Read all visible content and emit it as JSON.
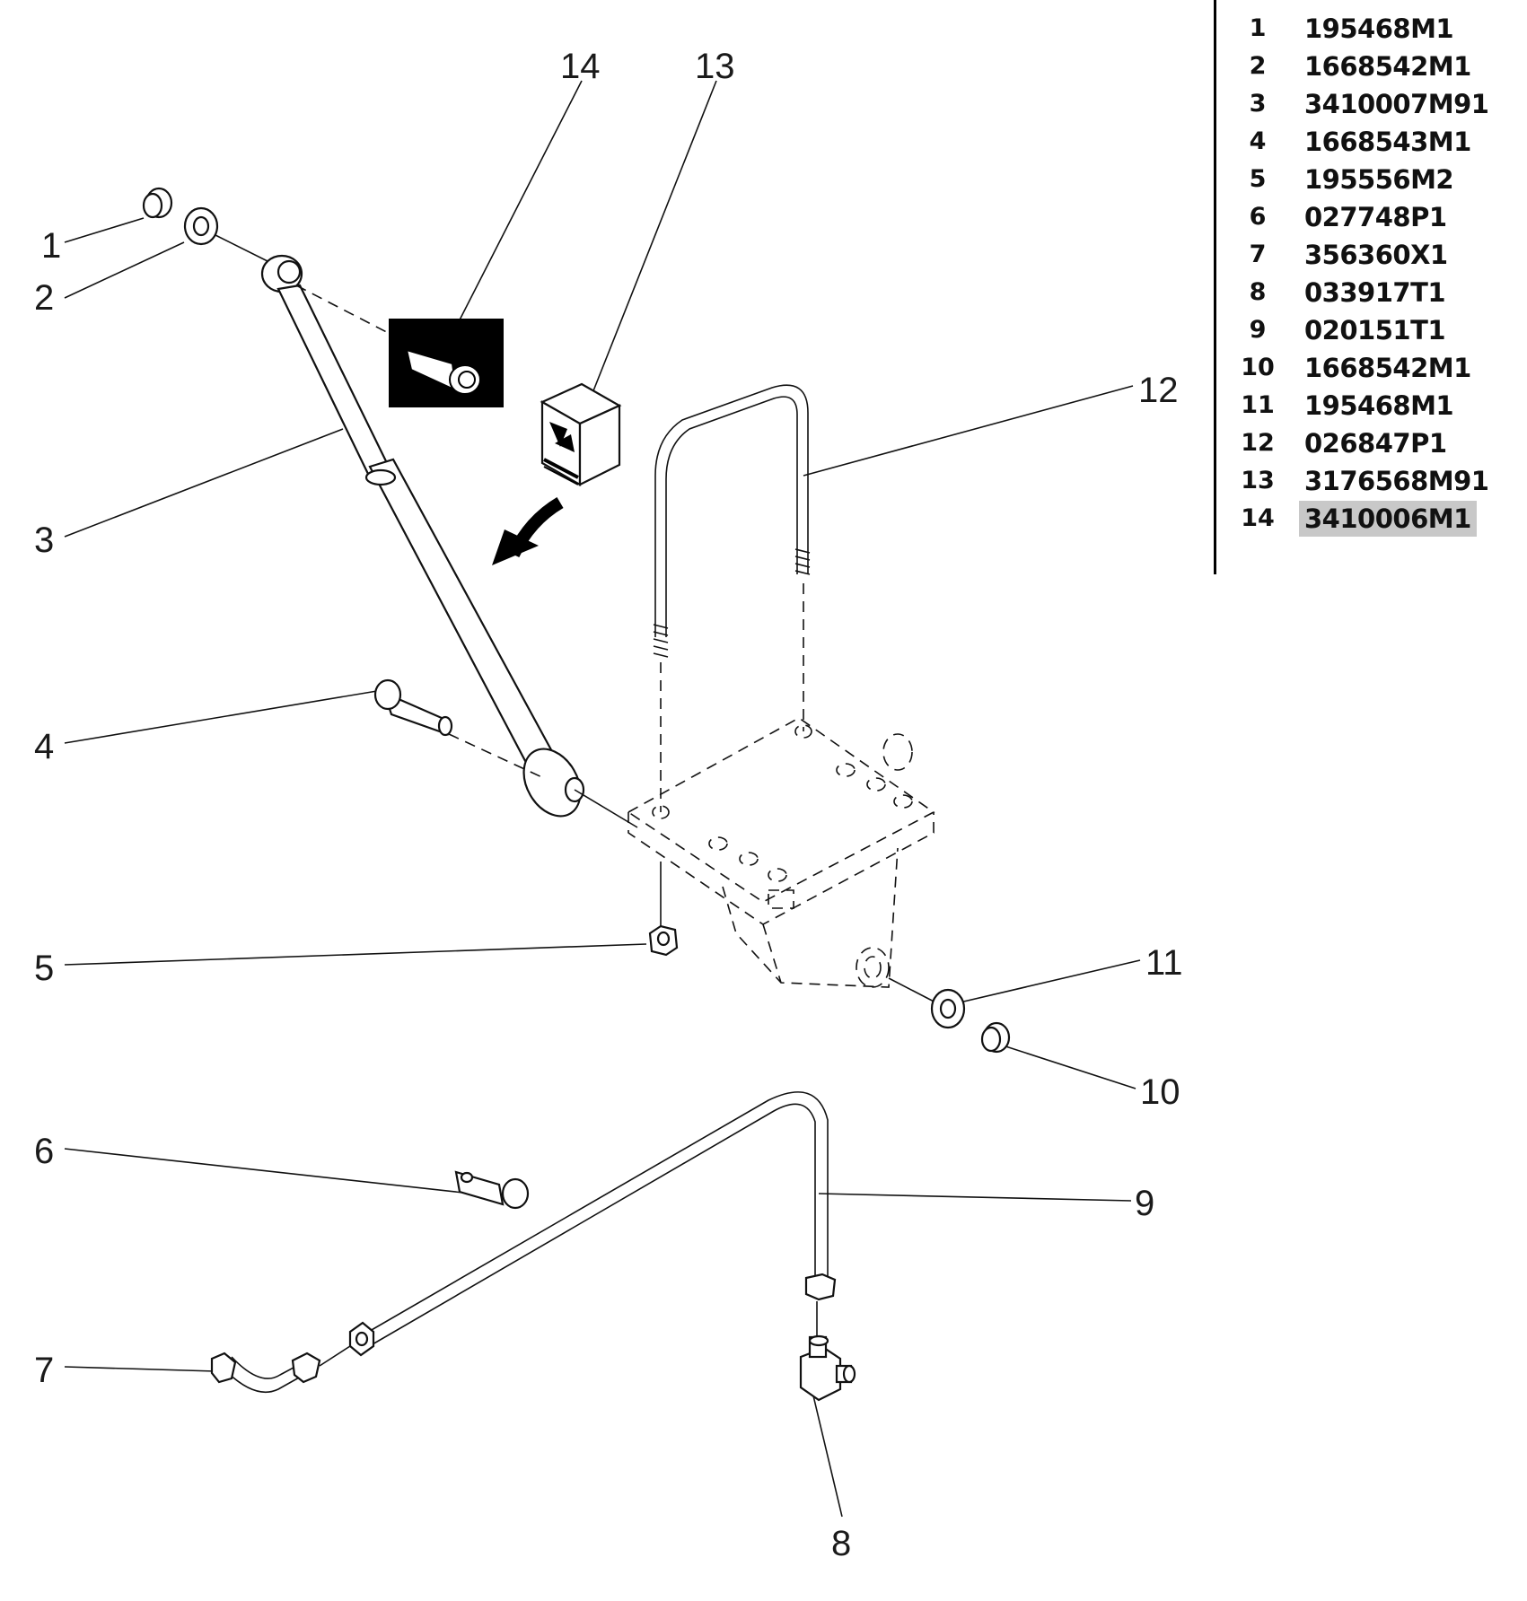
{
  "callouts": [
    "1",
    "2",
    "3",
    "4",
    "5",
    "6",
    "7",
    "8",
    "9",
    "10",
    "11",
    "12",
    "13",
    "14"
  ],
  "parts_list": [
    {
      "item": "1",
      "part": "195468M1"
    },
    {
      "item": "2",
      "part": "1668542M1"
    },
    {
      "item": "3",
      "part": "3410007M91"
    },
    {
      "item": "4",
      "part": "1668543M1"
    },
    {
      "item": "5",
      "part": "195556M2"
    },
    {
      "item": "6",
      "part": "027748P1"
    },
    {
      "item": "7",
      "part": "356360X1"
    },
    {
      "item": "8",
      "part": "033917T1"
    },
    {
      "item": "9",
      "part": "020151T1"
    },
    {
      "item": "10",
      "part": "1668542M1"
    },
    {
      "item": "11",
      "part": "195468M1"
    },
    {
      "item": "12",
      "part": "026847P1"
    },
    {
      "item": "13",
      "part": "3176568M91"
    },
    {
      "item": "14",
      "part": "3410006M1"
    }
  ],
  "selected_item": "14"
}
